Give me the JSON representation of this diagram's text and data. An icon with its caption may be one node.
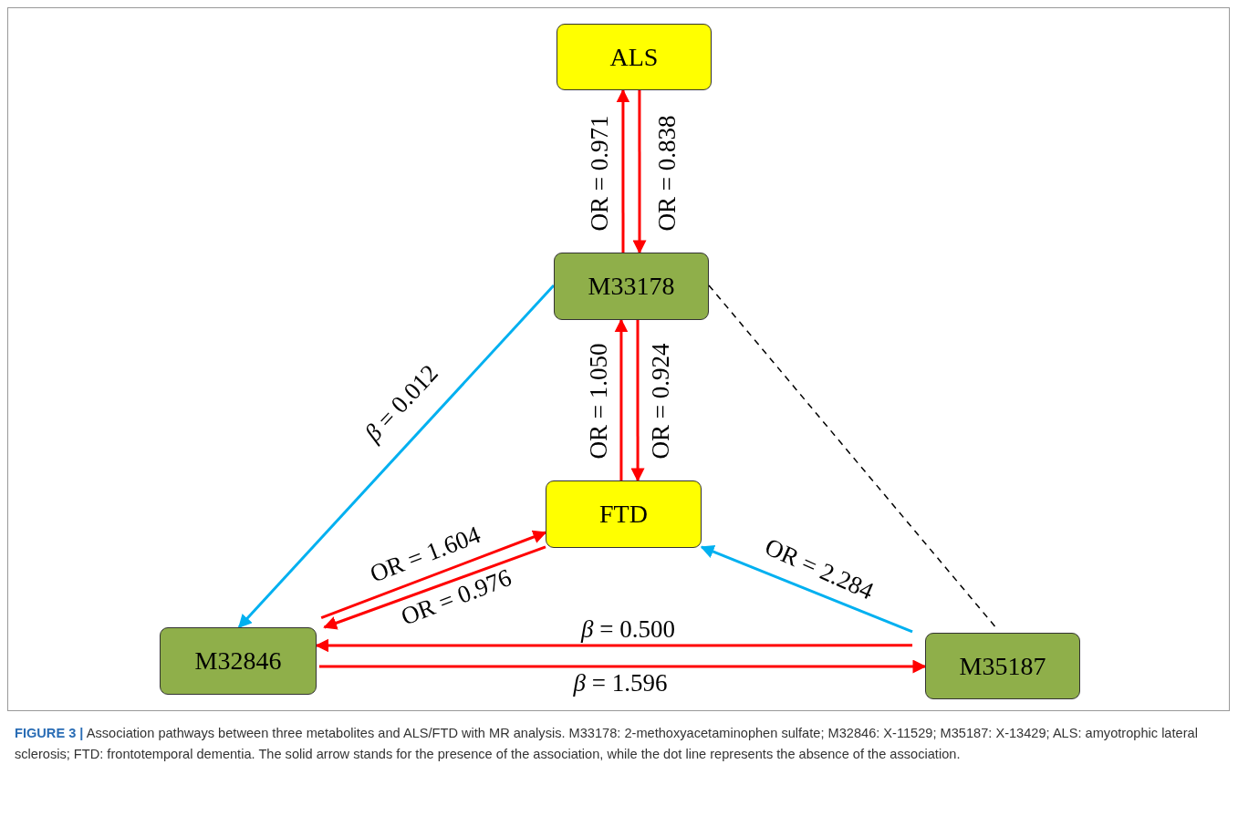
{
  "diagram": {
    "caption": "**FIGURE 3 |** Association pathways between three metabolites and ALS/FTD with MR analysis. M33178: 2-methoxyacetaminophen sulfate; M32846: X-11529; M35187: X-13429; ALS: amyotrophic lateral sclerosis; FTD: frontotemporal dementia. The solid arrow stands for the presence of the association, while the dot line represents the absence of the association.",
    "nodes": [
      {
        "text": [
          "ALS"
        ]
      },
      {
        "text": [
          "M33178"
        ]
      },
      {
        "text": [
          "FTD"
        ]
      },
      {
        "text": [
          "M32846"
        ]
      },
      {
        "text": [
          "M35187"
        ]
      }
    ],
    "edges": [
      {
        "from": 1,
        "to": 0,
        "arrow": "to",
        "label": "OR = 0.971"
      },
      {
        "from": 0,
        "to": 1,
        "arrow": "to",
        "label": "OR = 0.838"
      },
      {
        "from": 2,
        "to": 1,
        "arrow": "to",
        "label": "OR = 1.050"
      },
      {
        "from": 1,
        "to": 2,
        "arrow": "to",
        "label": "OR = 0.924"
      },
      {
        "from": 1,
        "to": 3,
        "arrow": "to",
        "label": "*β* = 0.012",
        "color": "#00b0f0"
      },
      {
        "from": 3,
        "to": 2,
        "arrow": "to",
        "label": "OR = 1.604"
      },
      {
        "from": 2,
        "to": 3,
        "arrow": "to",
        "label": "OR = 0.976"
      },
      {
        "from": 4,
        "to": 2,
        "arrow": "to",
        "label": "OR = 2.284",
        "color": "#00b0f0"
      },
      {
        "from": 4,
        "to": 3,
        "arrow": "to",
        "label": "*β* = 0.500"
      },
      {
        "from": 3,
        "to": 4,
        "arrow": "to",
        "label": "*β* = 1.596"
      },
      {
        "from": 1,
        "to": 4,
        "arrow": "none",
        "style": "dashed",
        "color": "#000000"
      }
    ]
  }
}
